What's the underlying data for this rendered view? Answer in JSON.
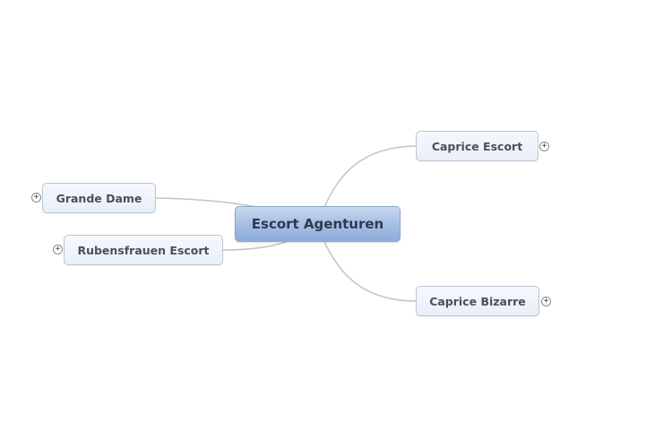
{
  "mindmap": {
    "central": {
      "label": "Escort Agenturen"
    },
    "branches": [
      {
        "id": "caprice-escort",
        "label": "Caprice Escort",
        "side": "right",
        "collapsed": true
      },
      {
        "id": "caprice-bizarre",
        "label": "Caprice Bizarre",
        "side": "right",
        "collapsed": true
      },
      {
        "id": "grande-dame",
        "label": "Grande Dame",
        "side": "left",
        "collapsed": true
      },
      {
        "id": "rubensfrauen",
        "label": "Rubensfrauen Escort",
        "side": "left",
        "collapsed": true
      }
    ],
    "expander_symbol": "+",
    "colors": {
      "central_fill": "#9fb8e2",
      "branch_fill": "#edf2fa",
      "connector": "#c4c4c4",
      "text": "#4a4f5a"
    }
  }
}
